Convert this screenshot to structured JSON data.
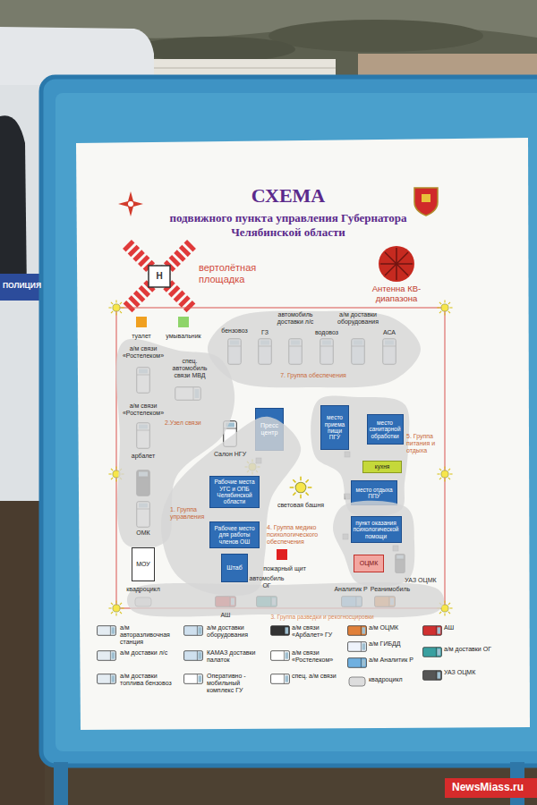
{
  "diagram": {
    "title": "СХЕМА",
    "nodes": [
      {
        "text": [
          "7. Группа обеспечения"
        ]
      },
      {
        "text": [
          "2.Узел связи"
        ]
      },
      {
        "text": [
          "Пресс центр"
        ]
      },
      {
        "text": [
          "5. Группа питания и отдыха"
        ]
      },
      {
        "text": [
          "место приема пищи ПГУ"
        ],
        "in": 3
      },
      {
        "text": [
          "место санитарной обработки"
        ],
        "in": 3
      },
      {
        "text": [
          "кухня"
        ],
        "in": 3
      },
      {
        "text": [
          "место отдыха ППУ"
        ],
        "in": 3
      },
      {
        "text": [
          "1. Группа управления"
        ]
      },
      {
        "text": [
          "Рабочие места УГС и ОПБ Челябинской области"
        ],
        "in": 8
      },
      {
        "text": [
          "Рабочее место для работы членов ОШ"
        ],
        "in": 8
      },
      {
        "text": [
          "Штаб"
        ],
        "in": 8
      },
      {
        "text": [
          "4. Группа медико психологического обеспечения"
        ]
      },
      {
        "text": [
          "пункт оказания психологической помощи"
        ],
        "in": 12
      },
      {
        "text": [
          "ОЦМК"
        ],
        "in": 12
      },
      {
        "text": [
          "МОУ"
        ]
      },
      {
        "text": [
          "3. Группа разведки и рекогносцировки"
        ]
      }
    ],
    "labels": [
      "подвижного пункта управления Губернатора Челябинской области",
      "вертолётная площадка",
      "Антенна КВ-диапазона",
      "туалет",
      "умывальник",
      "бензовоз",
      "ГЗ",
      "автомобиль доставки л/с",
      "водовоз",
      "а/м доставки оборудования",
      "АСА",
      "а/м связи «Ростелеком»",
      "спец. автомобиль связи МВД",
      "а/м связи «Ростелеком»",
      "арбалет",
      "ОМК",
      "квадроцикл",
      "Салон НГУ",
      "световая башня",
      "пожарный щит",
      "УАЗ ОЦМК",
      "АШ",
      "автомобиль ОГ",
      "Аналитик Р",
      "Реанимобиль",
      "ПОЛИЦИЯ",
      "NewsMiass.ru",
      "H"
    ],
    "legend": [
      {
        "text": "а/м авторазливочная станция"
      },
      {
        "text": "а/м доставки л/с"
      },
      {
        "text": "а/м доставки топлива бензовоз"
      },
      {
        "text": "а/м доставки оборудования"
      },
      {
        "text": "КАМАЗ доставки палаток"
      },
      {
        "text": "Оперативно - мобильный комплекс ГУ"
      },
      {
        "text": "а/м связи «Арбалет» ГУ"
      },
      {
        "text": "а/м связи «Ростелеком»"
      },
      {
        "text": "спец. а/м связи"
      },
      {
        "text": "а/м ОЦМК"
      },
      {
        "text": "а/м ГИБДД"
      },
      {
        "text": "а/м Аналитик Р"
      },
      {
        "text": "квадроцикл"
      },
      {
        "text": "АШ"
      },
      {
        "text": "а/м доставки ОГ"
      },
      {
        "text": "УАЗ ОЦМК"
      }
    ]
  }
}
